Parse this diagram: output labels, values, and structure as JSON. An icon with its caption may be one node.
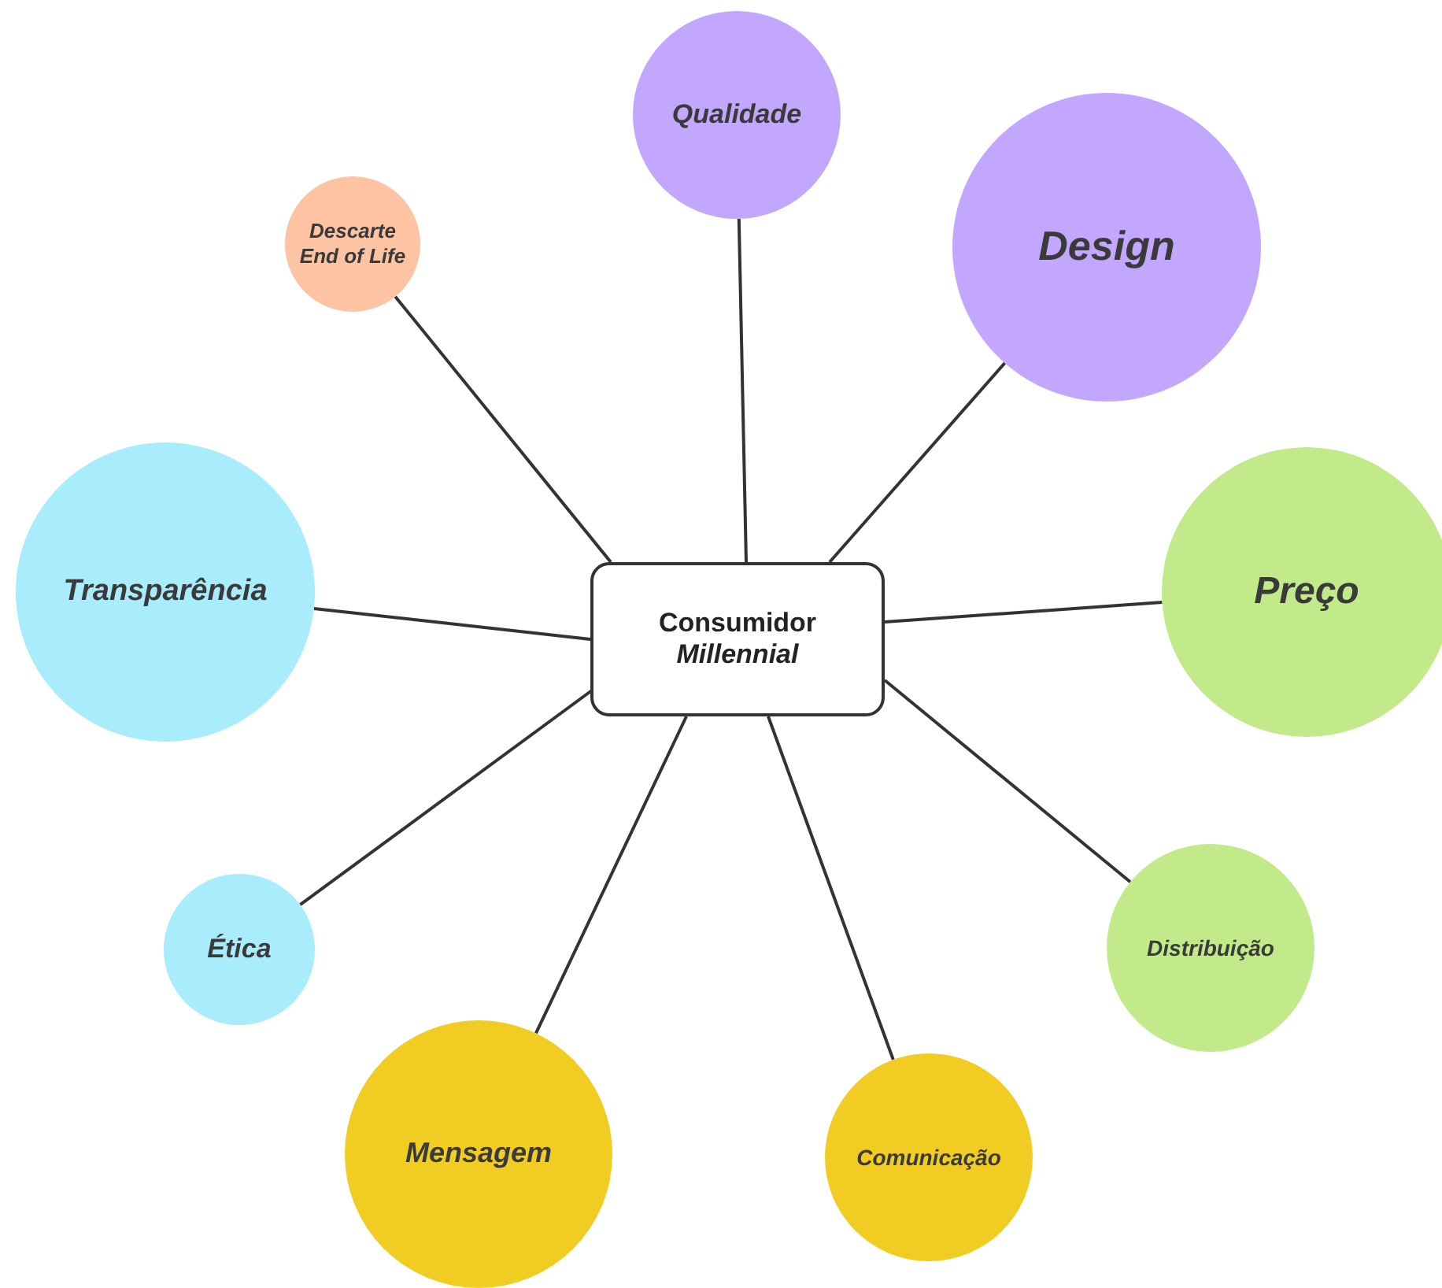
{
  "diagram": {
    "nodes": [
      {
        "text": [
          "Qualidade"
        ]
      },
      {
        "text": [
          "Descarte End of Life"
        ]
      },
      {
        "text": [
          "Design"
        ]
      },
      {
        "text": [
          "Transparência"
        ]
      },
      {
        "text": [
          "Consumidor *Millennial*"
        ]
      },
      {
        "text": [
          "Preço"
        ]
      },
      {
        "text": [
          "Ética"
        ]
      },
      {
        "text": [
          "Distribuição"
        ]
      },
      {
        "text": [
          "Mensagem"
        ]
      },
      {
        "text": [
          "Comunicação"
        ]
      }
    ],
    "edges": [
      {
        "from": 4,
        "to": 0,
        "arrow": "none"
      },
      {
        "from": 4,
        "to": 1,
        "arrow": "none"
      },
      {
        "from": 4,
        "to": 2,
        "arrow": "none"
      },
      {
        "from": 4,
        "to": 3,
        "arrow": "none"
      },
      {
        "from": 4,
        "to": 5,
        "arrow": "none"
      },
      {
        "from": 4,
        "to": 6,
        "arrow": "none"
      },
      {
        "from": 4,
        "to": 7,
        "arrow": "none"
      },
      {
        "from": 4,
        "to": 8,
        "arrow": "none"
      },
      {
        "from": 4,
        "to": 9,
        "arrow": "none"
      }
    ]
  }
}
